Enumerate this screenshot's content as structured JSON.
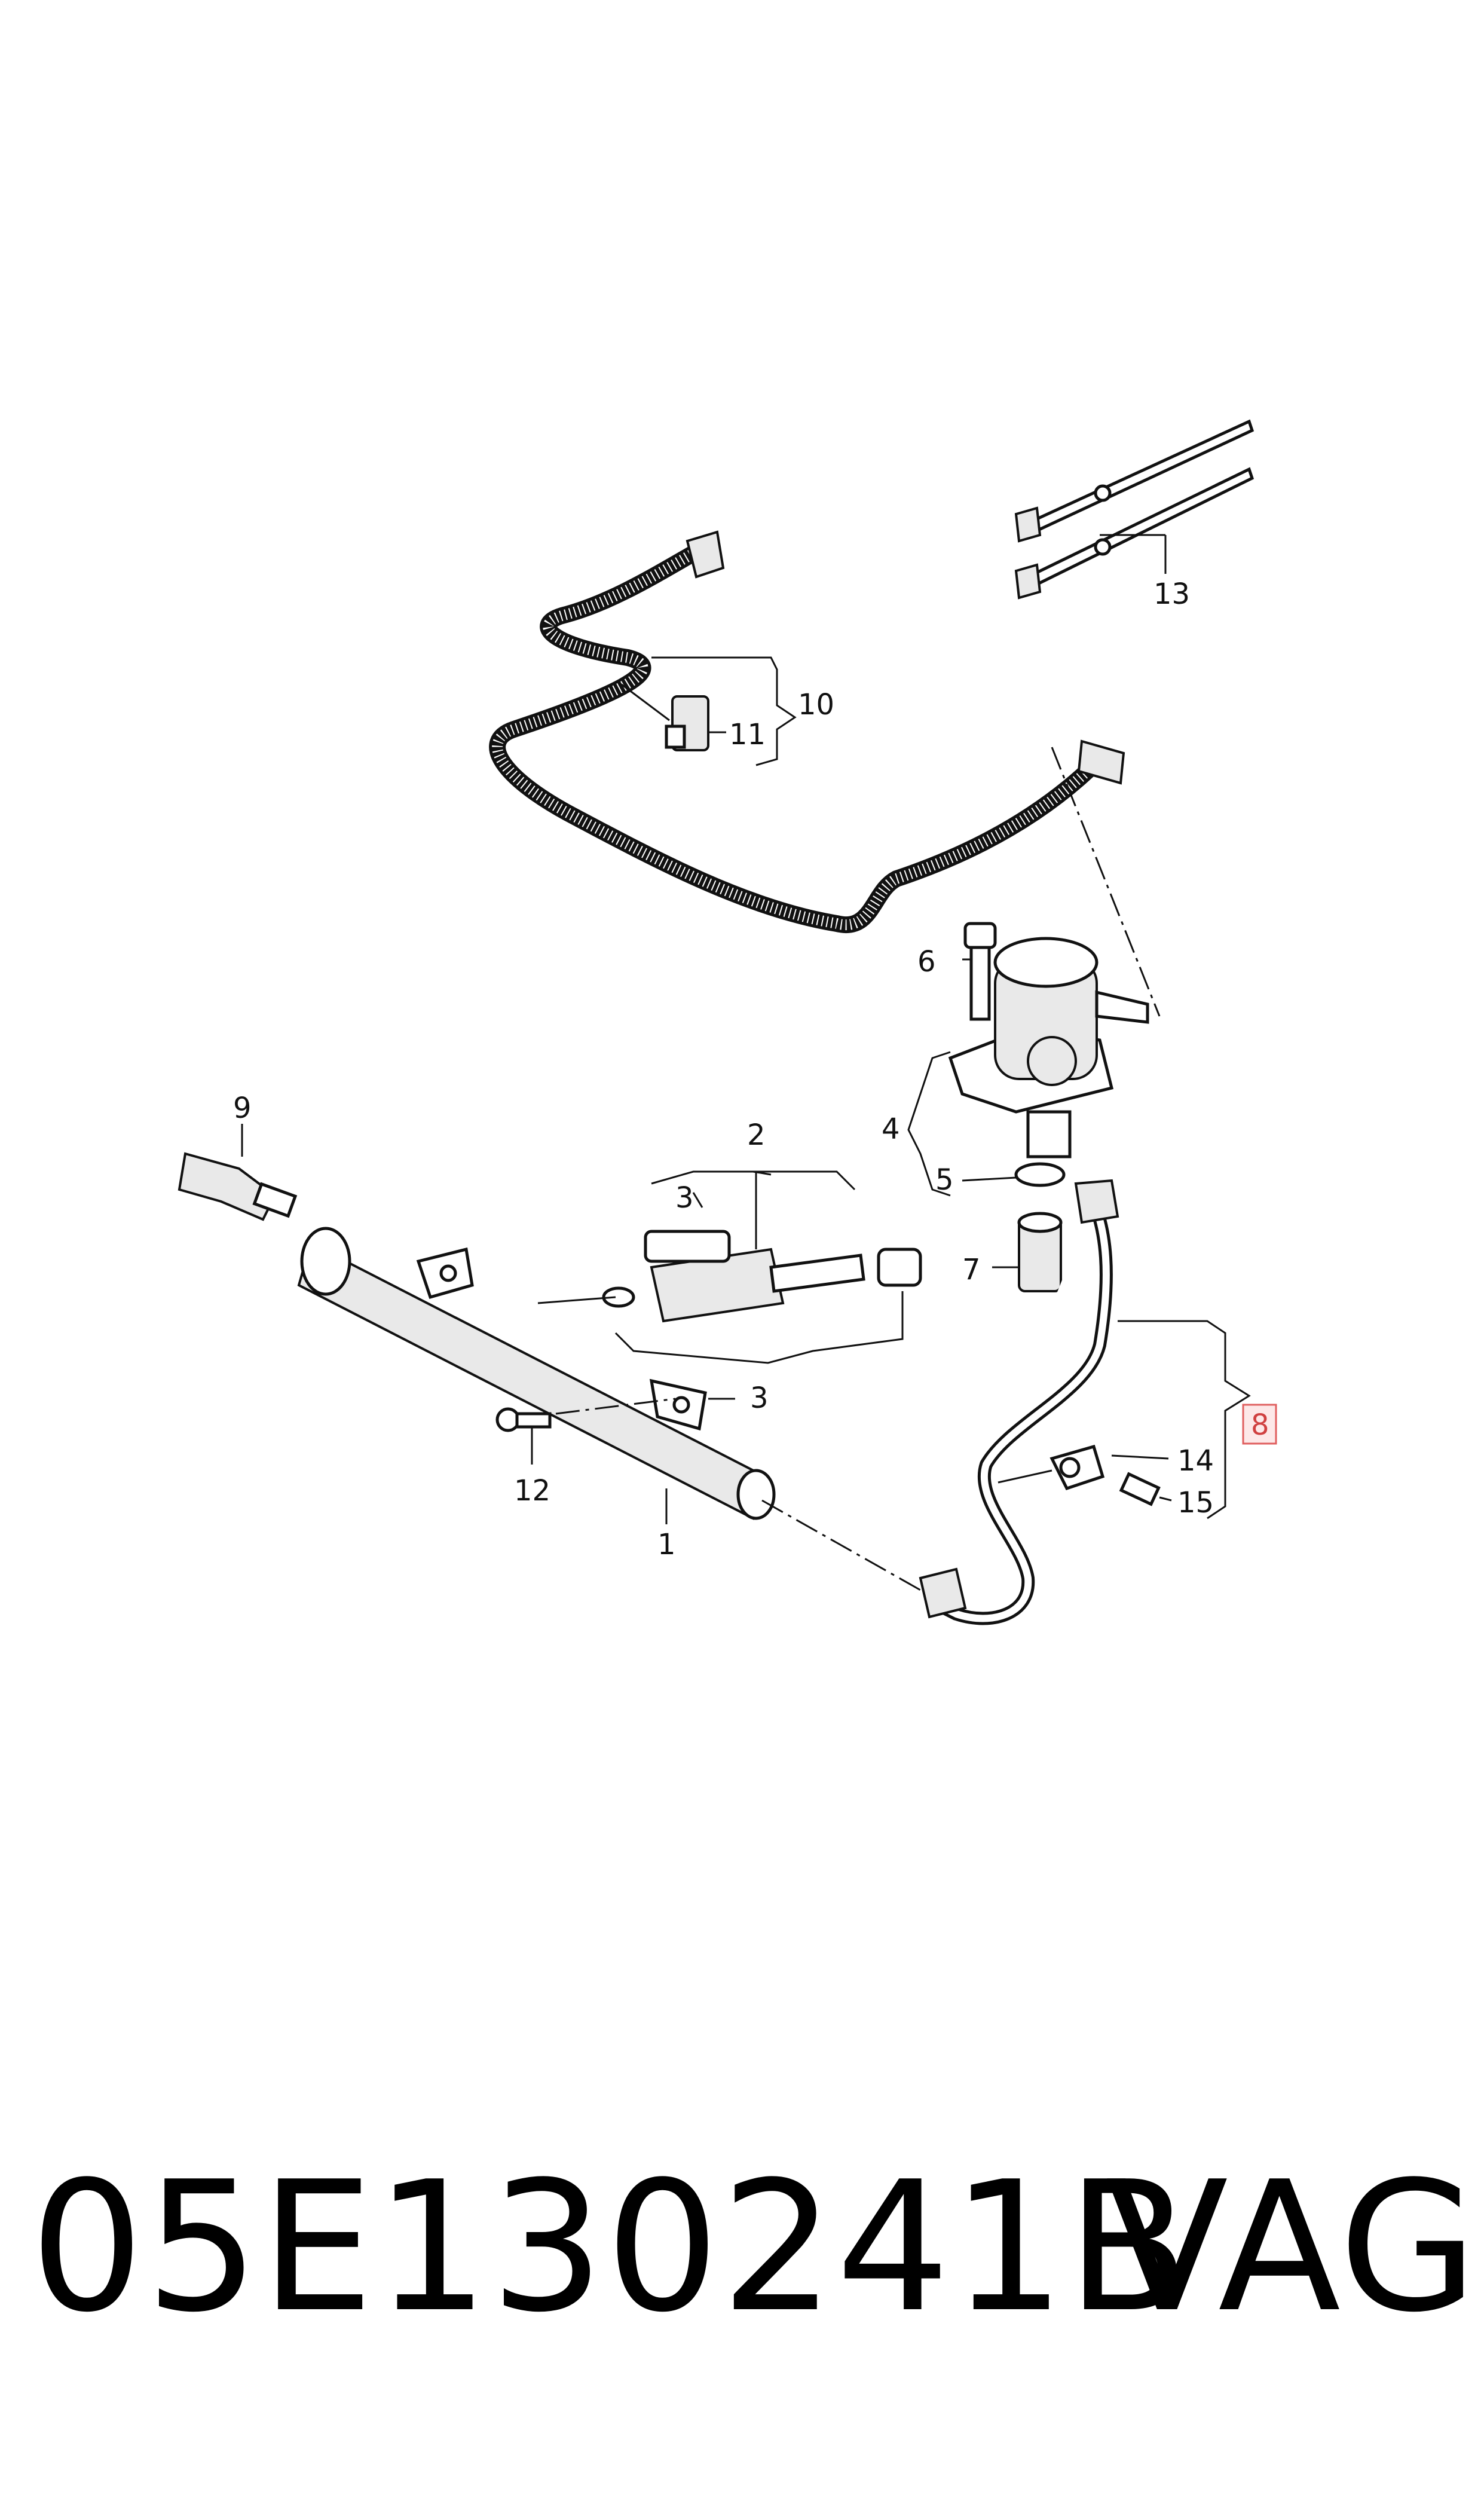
{
  "diagram": {
    "callouts": {
      "c1": "1",
      "c2": "2",
      "c3a": "3",
      "c3b": "3",
      "c4": "4",
      "c5": "5",
      "c6": "6",
      "c7": "7",
      "c8": "8",
      "c9": "9",
      "c10": "10",
      "c11": "11",
      "c12": "12",
      "c13": "13",
      "c14": "14",
      "c15": "15"
    },
    "highlighted_callout": "8",
    "highlight_color": "#e06060"
  },
  "footer": {
    "part_number": "05E130241B",
    "brand": "VAG"
  }
}
